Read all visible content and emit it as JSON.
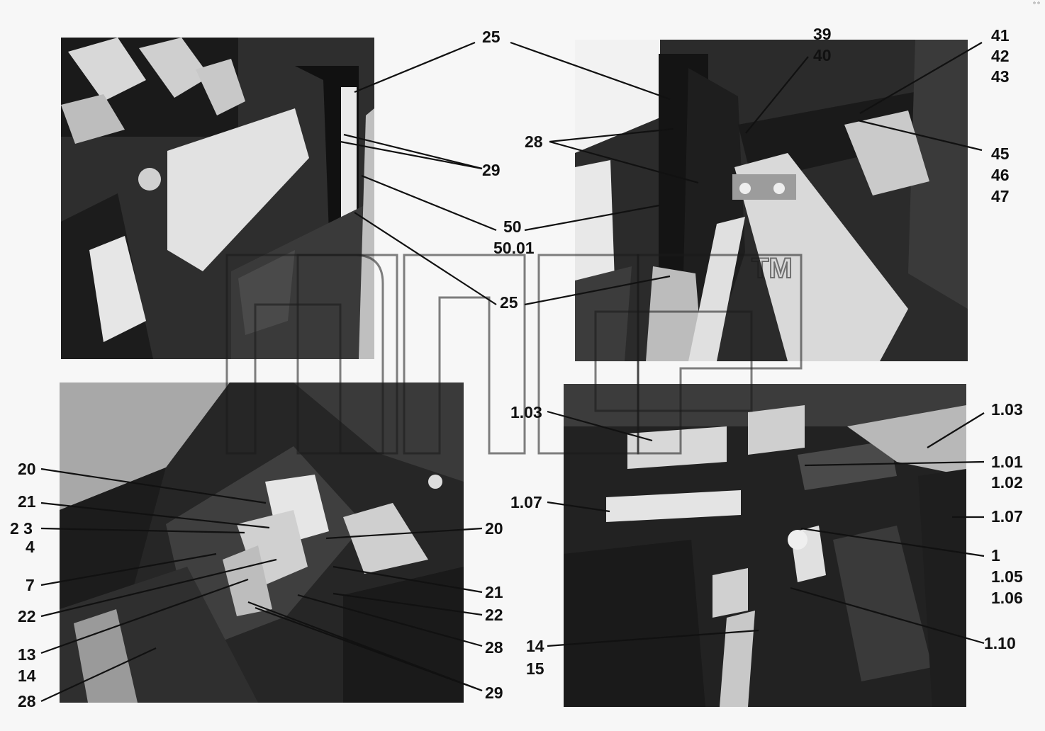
{
  "corner_mark": "°°",
  "panels": [
    {
      "name": "top-left-photo"
    },
    {
      "name": "top-right-photo"
    },
    {
      "name": "bottom-left-photo"
    },
    {
      "name": "bottom-right-photo"
    }
  ],
  "callouts": {
    "tl": [
      "25",
      "29",
      "50",
      "50.01",
      "25"
    ],
    "tr": [
      "39",
      "40",
      "41",
      "42",
      "43",
      "28",
      "45",
      "46",
      "47"
    ],
    "bl": [
      "20",
      "21",
      "2 3",
      "4",
      "7",
      "22",
      "13",
      "14",
      "28",
      "20",
      "21",
      "22",
      "28",
      "29"
    ],
    "br": [
      "1.03",
      "1.03",
      "1.01",
      "1.02",
      "1.07",
      "1.07",
      "1",
      "1.05",
      "1.06",
      "1.10",
      "14",
      "15"
    ]
  },
  "watermark": {
    "tm": "TM"
  }
}
